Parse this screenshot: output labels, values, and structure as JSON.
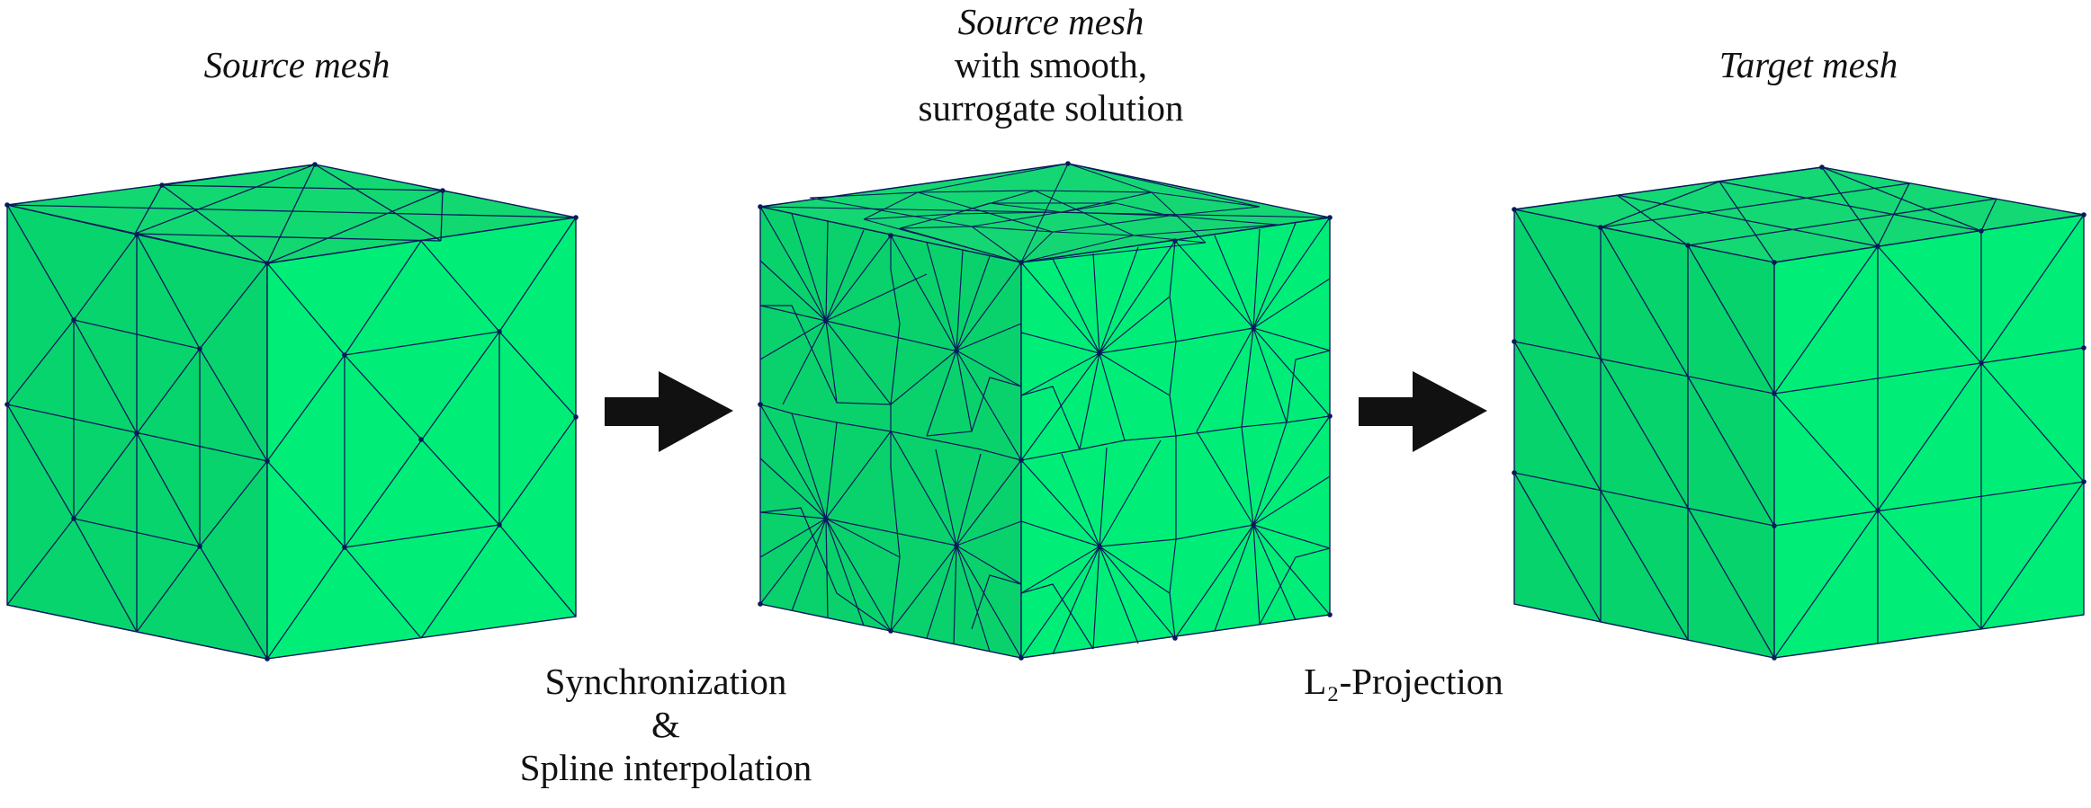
{
  "panels": [
    {
      "id": "source-mesh",
      "caption_lines": [
        "Source mesh"
      ],
      "face_colors": {
        "front": "#08D46E",
        "right": "#00EE78",
        "top": "#12D872"
      }
    },
    {
      "id": "surrogate-mesh",
      "caption_lines": [
        "Source mesh",
        "with smooth,",
        "surrogate solution"
      ],
      "face_colors": {
        "front": "#09D26D",
        "right": "#00EE78",
        "top": "#14D773"
      }
    },
    {
      "id": "target-mesh",
      "caption_lines": [
        "Target mesh"
      ],
      "face_colors": {
        "front": "#07D36D",
        "right": "#00EE78",
        "top": "#14D873"
      }
    }
  ],
  "steps": [
    {
      "id": "step-1",
      "lines": [
        "Synchronization",
        "&",
        "Spline interpolation"
      ]
    },
    {
      "id": "step-2",
      "lines": [
        "L₂-Projection"
      ]
    }
  ],
  "colors": {
    "edge": "#0a1a5a",
    "arrow": "#111111"
  }
}
